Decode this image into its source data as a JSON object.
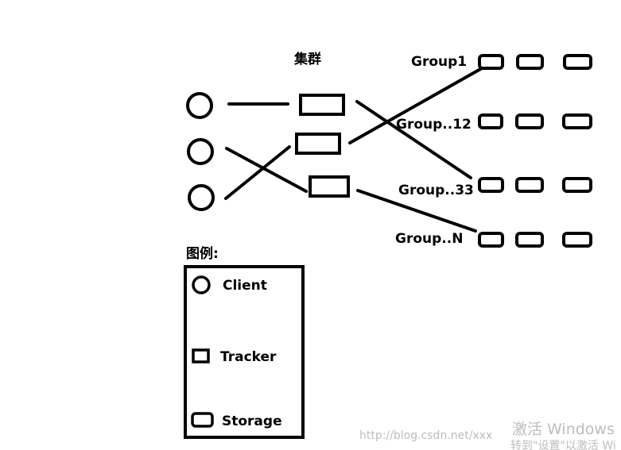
{
  "diagram": {
    "title": "集群",
    "groups": [
      {
        "label": "Group1"
      },
      {
        "label": "Group..12"
      },
      {
        "label": "Group..33"
      },
      {
        "label": "Group..N"
      }
    ],
    "legend": {
      "title": "图例:",
      "client": "Client",
      "tracker": "Tracker",
      "storage": "Storage"
    }
  },
  "watermark": {
    "url": "http://blog.csdn.net/xxx",
    "activate_title": "激活 Windows",
    "activate_hint": "转到\"设置\"以激活 Wi"
  }
}
